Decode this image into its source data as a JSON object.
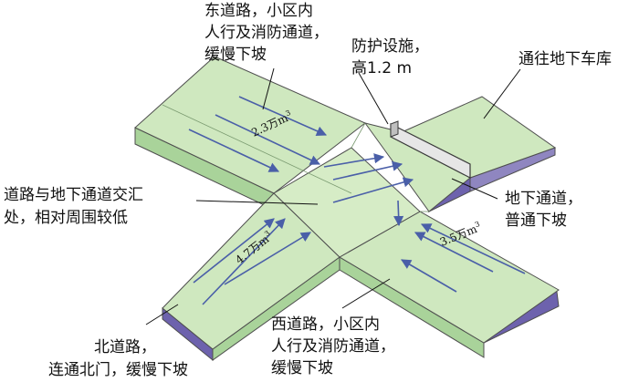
{
  "colors": {
    "surface_top": "#cfe8bf",
    "surface_side": "#a9d39a",
    "shadow_side": "#6d62ad",
    "edge": "#4e4e4e",
    "arrow": "#4a5fa8",
    "leader": "#111111",
    "text": "#111111"
  },
  "labels": {
    "east": [
      "东道路，小区内",
      "人行及消防通道，",
      "缓慢下坡"
    ],
    "barrier": [
      "防护设施，",
      "高1.2 m"
    ],
    "garage": [
      "通往地下车库"
    ],
    "junction": [
      "道路与地下通道交汇",
      "处，相对周围较低"
    ],
    "underpass": [
      "地下通道，",
      "普通下坡"
    ],
    "north": [
      "北道路，",
      "连通北门，缓慢下坡"
    ],
    "west": [
      "西道路，小区内",
      "人行及消防通道，",
      "缓慢下坡"
    ]
  },
  "volumes": {
    "east": {
      "value": "2.3万m",
      "sup": "3"
    },
    "north": {
      "value": "4.7万m",
      "sup": "3"
    },
    "west": {
      "value": "3.5万m",
      "sup": "3"
    }
  },
  "icons": [
    "flow-arrow-icon"
  ]
}
